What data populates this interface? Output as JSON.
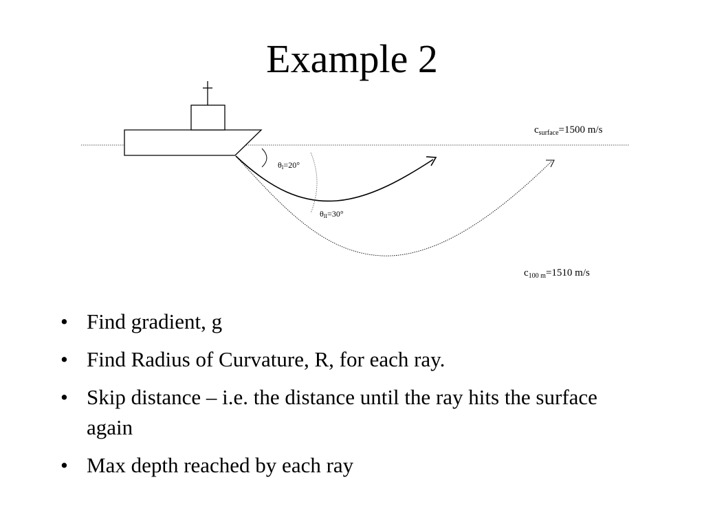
{
  "slide": {
    "title": "Example 2"
  },
  "diagram": {
    "surface_speed": {
      "symbol": "c",
      "subscript": "surface",
      "value": "=1500 m/s"
    },
    "depth_speed": {
      "symbol": "c",
      "subscript": "100 m",
      "value": "=1510 m/s"
    },
    "ray_1_angle": {
      "symbol": "θ",
      "subscript": "I",
      "value": "=20°"
    },
    "ray_2_angle": {
      "symbol": "θ",
      "subscript": "II",
      "value": "=30°"
    }
  },
  "bullets": [
    {
      "marker": "•",
      "text": "Find gradient, g"
    },
    {
      "marker": "•",
      "text": "Find Radius of Curvature, R, for each ray."
    },
    {
      "marker": "•",
      "text": "Skip distance – i.e. the distance until the ray hits the surface again"
    },
    {
      "marker": "•",
      "text": "Max depth reached by each ray"
    }
  ]
}
